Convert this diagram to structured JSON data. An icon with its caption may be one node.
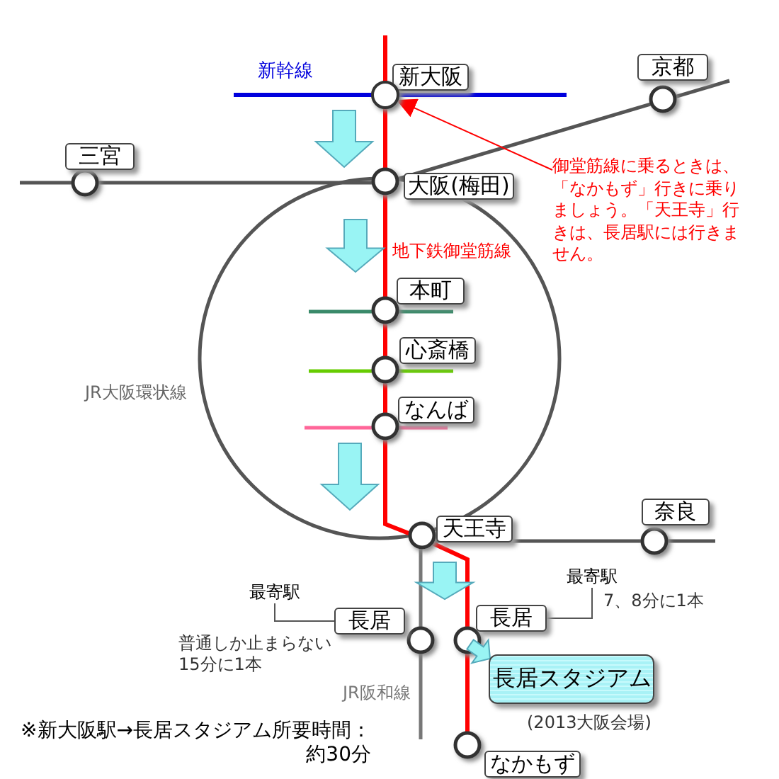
{
  "diagram": {
    "nodes": [
      {
        "text": [
          "新大阪"
        ]
      },
      {
        "text": [
          "京都"
        ]
      },
      {
        "text": [
          "三宮"
        ]
      },
      {
        "text": [
          "大阪(梅田)"
        ]
      },
      {
        "text": [
          "御堂筋線に乗るときは、「なかもず」行きに乗りましょう。「天王寺」行きは、長居駅には行きません。"
        ]
      },
      {
        "text": [
          "本町"
        ]
      },
      {
        "text": [
          "心斎橋"
        ]
      },
      {
        "text": [
          "なんば"
        ]
      },
      {
        "text": [
          "天王寺"
        ]
      },
      {
        "text": [
          "奈良"
        ]
      },
      {
        "text": [
          "最寄駅"
        ]
      },
      {
        "text": [
          "長居"
        ]
      },
      {
        "text": [
          "最寄駅"
        ]
      },
      {
        "text": [
          "長居"
        ]
      },
      {
        "text": [
          "長居スタジアム"
        ]
      },
      {
        "text": [
          "なかもず"
        ]
      },
      {
        "text": [],
        "shape": "circle"
      }
    ],
    "edges": [
      {
        "from": 0,
        "to": 3,
        "arrow": "to",
        "style": "thick",
        "color": "#99f4f4"
      },
      {
        "from": 4,
        "to": 16,
        "arrow": "to",
        "color": "#ff0000"
      },
      {
        "from": 3,
        "to": 5,
        "arrow": "to",
        "style": "thick",
        "color": "#99f4f4"
      },
      {
        "from": 7,
        "to": 8,
        "arrow": "to",
        "style": "thick",
        "color": "#99f4f4"
      },
      {
        "from": 8,
        "to": 13,
        "arrow": "to",
        "style": "thick",
        "color": "#99f4f4"
      },
      {
        "from": 10,
        "to": 11,
        "arrow": "none"
      },
      {
        "from": 13,
        "to": 12,
        "arrow": "none"
      },
      {
        "from": null,
        "to": 14,
        "arrow": "to",
        "style": "thick",
        "color": "#99f4f4"
      }
    ],
    "labels": [
      "新幹線",
      "地下鉄御堂筋線",
      "JR大阪環状線",
      "普通しか止まらない 15分に1本",
      "7、8分に1本",
      "JR阪和線",
      "(2013大阪会場)",
      "※新大阪駅→長居スタジアム所要時間：約30分"
    ]
  }
}
